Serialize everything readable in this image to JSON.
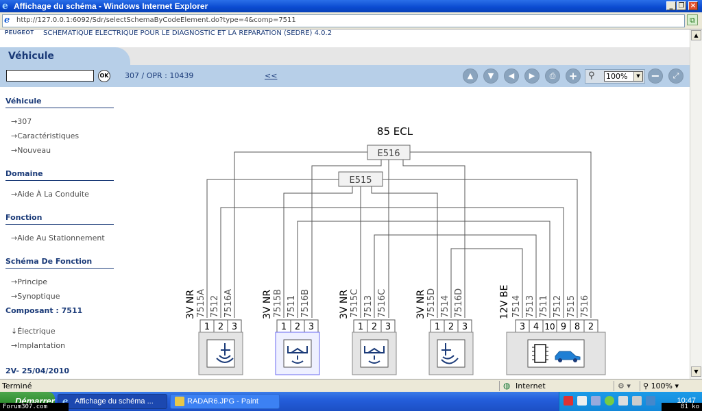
{
  "window": {
    "title": "Affichage du schéma - Windows Internet Explorer",
    "url": "http://127.0.0.1:6092/Sdr/selectSchemaByCodeElement.do?type=4&comp=7511"
  },
  "header": {
    "brand": "PEUGEOT",
    "app_title": "SCHEMATIQUE ELECTRIQUE POUR LE DIAGNOSTIC ET LA REPARATION (SEDRE) 4.0.2",
    "tab": "Véhicule"
  },
  "toolbar": {
    "search_value": "",
    "ok_label": "OK",
    "vehicle_info": "307  /  OPR : 10439",
    "back_link": "<<",
    "zoom": "100%",
    "icons": [
      "arrow-up-icon",
      "arrow-down-icon",
      "arrow-left-icon",
      "arrow-right-icon",
      "print-icon",
      "add-icon",
      "zoom-icon",
      "minus-icon",
      "fit-icon"
    ]
  },
  "sidebar": {
    "sections": [
      {
        "title": "Véhicule",
        "items": [
          "307",
          "Caractéristiques",
          "Nouveau"
        ]
      },
      {
        "title": "Domaine",
        "items": [
          "Aide À La Conduite"
        ]
      },
      {
        "title": "Fonction",
        "items": [
          "Aide Au Stationnement"
        ]
      },
      {
        "title": "Schéma De Fonction",
        "items": [
          "Principe",
          "Synoptique"
        ]
      },
      {
        "title": "Composant : 7511",
        "items": [
          "Électrique",
          "Implantation"
        ]
      }
    ],
    "version": "2V- 25/04/2010"
  },
  "diagram": {
    "title": "85 ECL",
    "junctions": [
      "E516",
      "E515"
    ],
    "sensors": [
      {
        "id": "7510",
        "header": "3V  NR",
        "wires": [
          "7515A",
          "7512",
          "7516A"
        ],
        "pins": [
          "1",
          "2",
          "3"
        ]
      },
      {
        "id": "7511",
        "header": "3V  NR",
        "wires": [
          "7515B",
          "7511",
          "7516B"
        ],
        "pins": [
          "1",
          "2",
          "3"
        ]
      },
      {
        "id": "7513",
        "header": "3V  NR",
        "wires": [
          "7515C",
          "7513",
          "7516C"
        ],
        "pins": [
          "1",
          "2",
          "3"
        ]
      },
      {
        "id": "7512",
        "header": "3V  NR",
        "wires": [
          "7515D",
          "7514",
          "7516D"
        ],
        "pins": [
          "1",
          "2",
          "3"
        ]
      }
    ],
    "ecu": {
      "id": "7500",
      "header": "12V  BE",
      "wires": [
        "7514",
        "7513",
        "7511",
        "7512",
        "7515",
        "7516"
      ],
      "pins": [
        "3",
        "4",
        "10",
        "9",
        "8",
        "2"
      ]
    }
  },
  "status": {
    "text": "Terminé",
    "zone": "Internet",
    "zoom": "100%"
  },
  "taskbar": {
    "start": "Démarrer",
    "forum": "Forum307.com",
    "tasks": [
      "Affichage du schéma ...",
      "RADAR6.JPG - Paint"
    ],
    "clock": "10:47",
    "filesize": "81 ko"
  }
}
